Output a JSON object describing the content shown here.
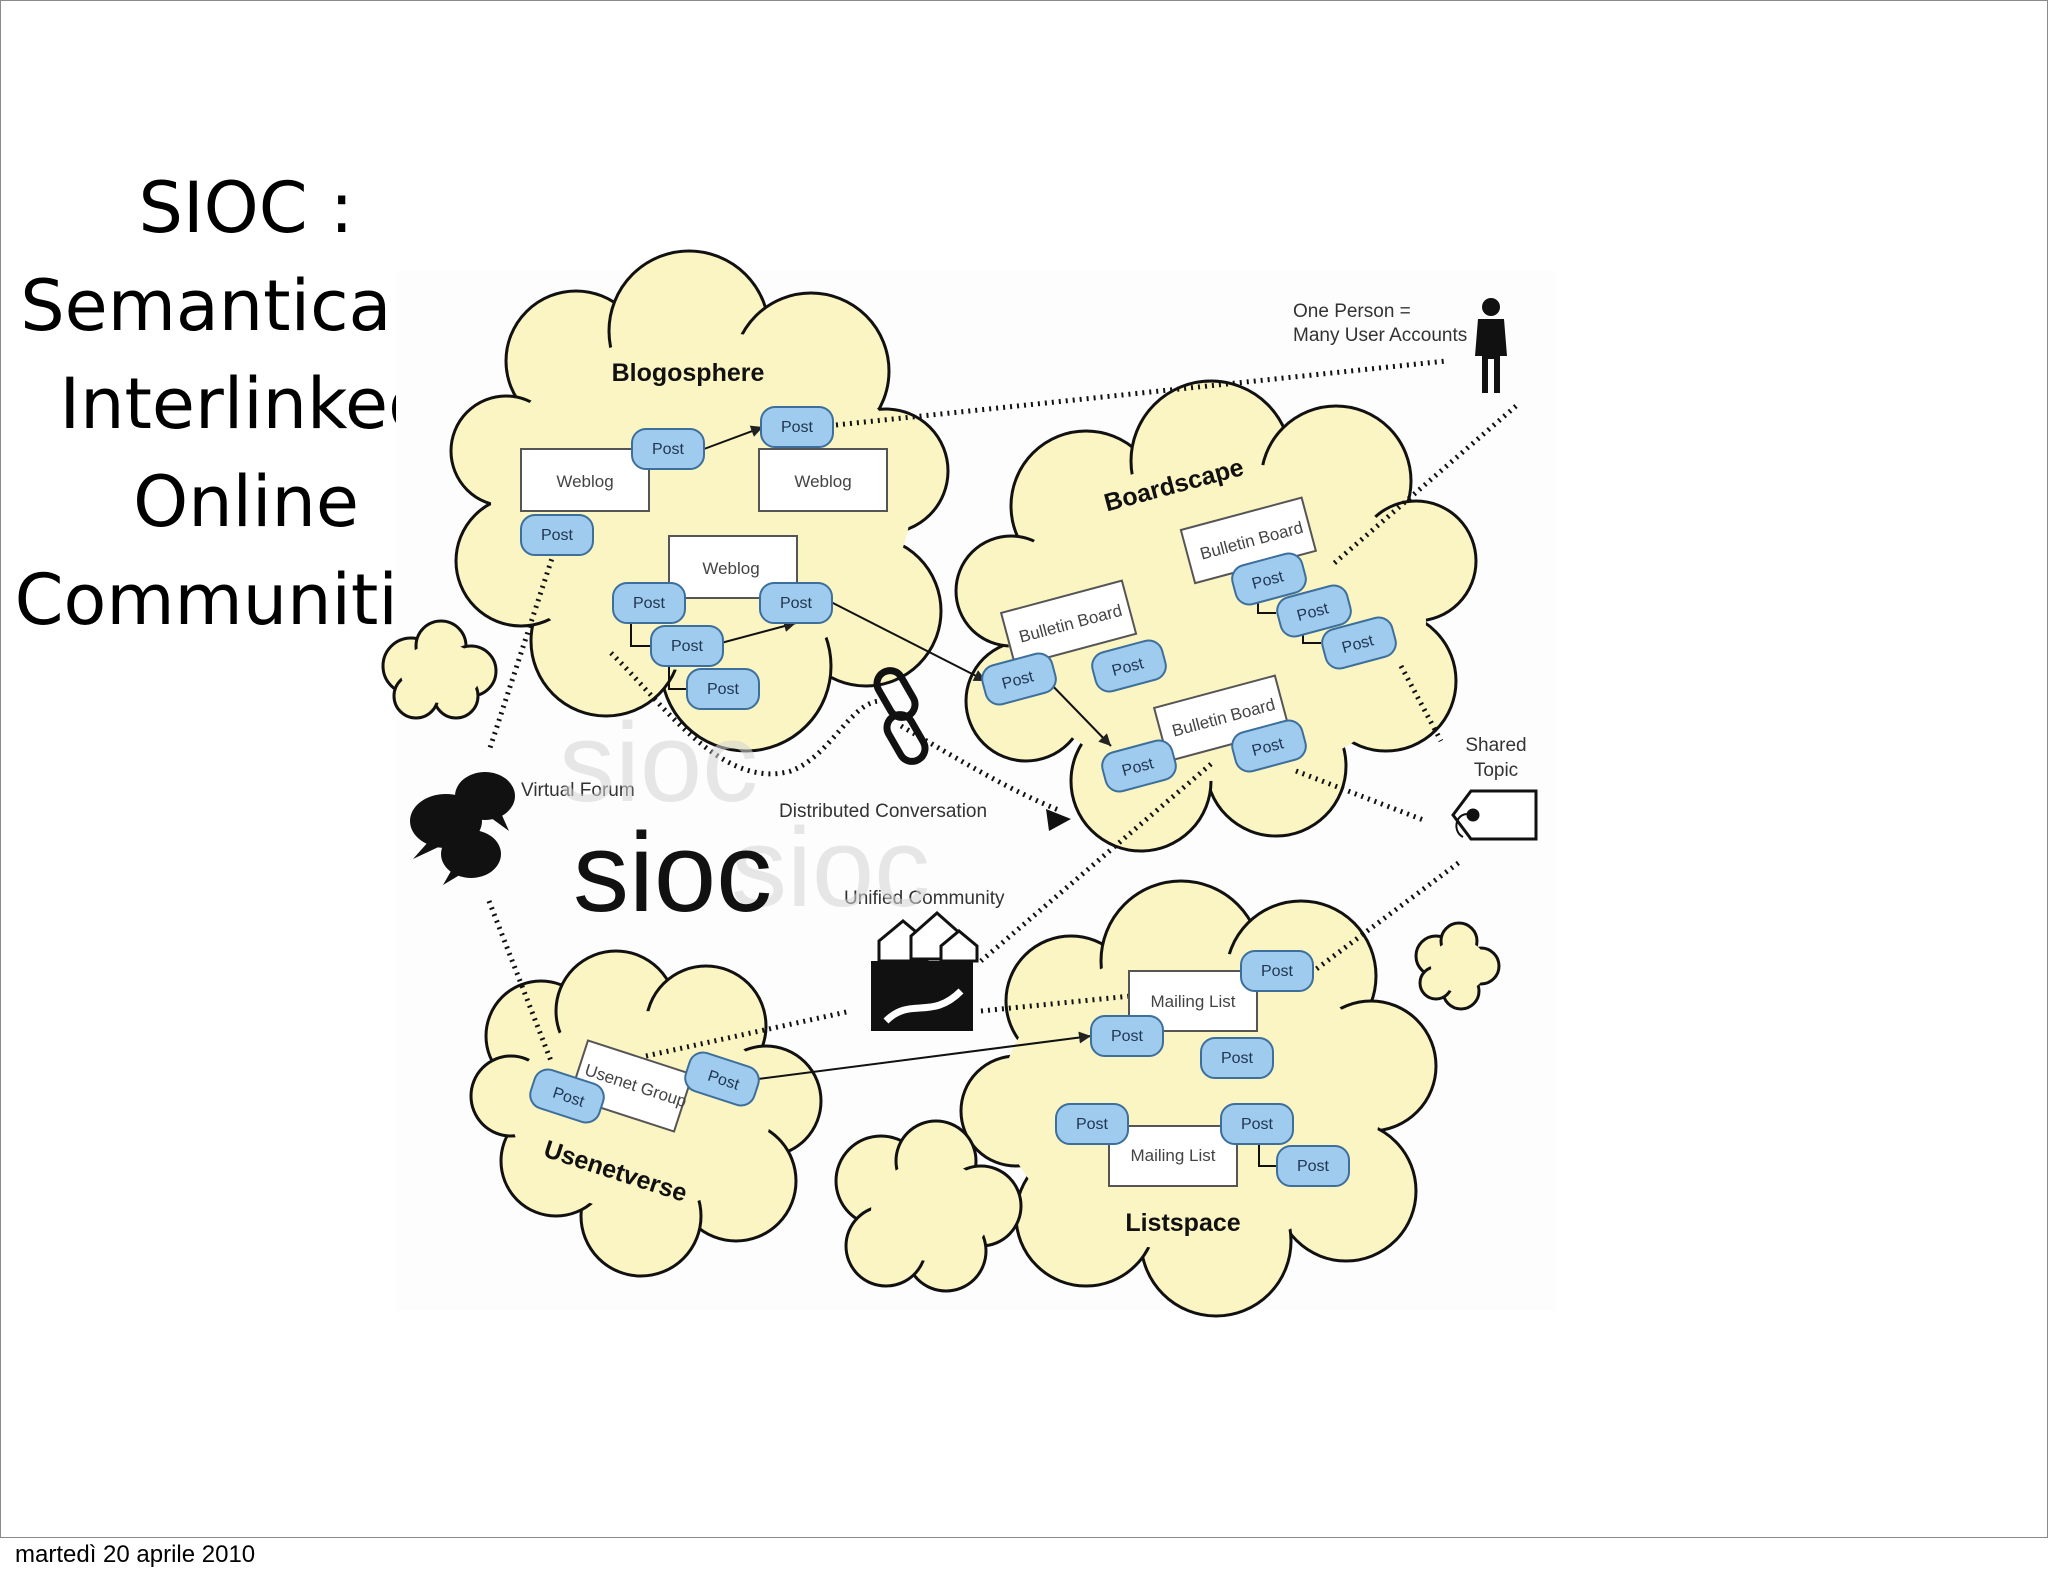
{
  "slide": {
    "title_lines": [
      "SIOC :",
      "Semantically",
      "Interlinked",
      "Online",
      "Communities"
    ],
    "footer_date": "martedì 20 aprile 2010"
  },
  "diagram": {
    "clouds": {
      "blogosphere": "Blogosphere",
      "boardscape": "Boardscape",
      "usenetverse": "Usenetverse",
      "listspace": "Listspace"
    },
    "containers": {
      "weblog": "Weblog",
      "bulletin_board": "Bulletin Board",
      "usenet_group": "Usenet Group",
      "mailing_list": "Mailing List"
    },
    "post_label": "Post",
    "annotations": {
      "one_person_line1": "One Person =",
      "one_person_line2": "Many User Accounts",
      "shared_topic_line1": "Shared",
      "shared_topic_line2": "Topic",
      "virtual_forum": "Virtual Forum",
      "distributed_conversation": "Distributed Conversation",
      "unified_community": "Unified Community"
    },
    "logo_text": "sioc",
    "colors": {
      "cloud_fill": "#fbf5c4",
      "post_fill": "#9fcbee",
      "post_stroke": "#3d6f9c",
      "outline": "#111111"
    },
    "icons": [
      "person-icon",
      "speech-bubbles-icon",
      "chain-link-icon",
      "houses-icon",
      "tag-icon"
    ]
  }
}
